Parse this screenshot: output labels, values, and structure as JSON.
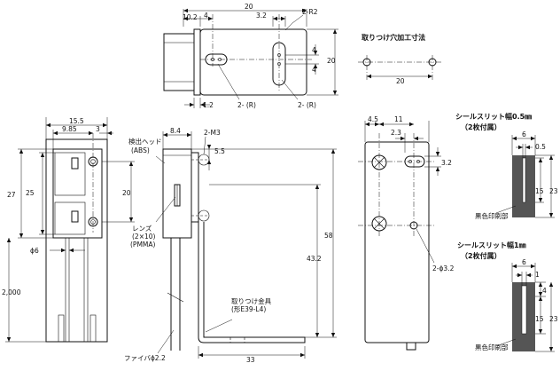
{
  "top_view": {
    "dims": [
      "10.2",
      "4",
      "20",
      "3.2",
      "2-R2",
      "4",
      "4",
      "20",
      "1.2",
      "2- (R)",
      "2- (R)"
    ]
  },
  "mount_hole": {
    "title": "取りつけ穴加工寸法",
    "dim": "20"
  },
  "front_view": {
    "dims": [
      "15.5",
      "9.85",
      "3",
      "27",
      "25",
      "20",
      "ϕ6",
      "2,000"
    ]
  },
  "side_view": {
    "dims": [
      "8.4",
      "2-M3",
      "5.5",
      "58",
      "43.2",
      "33"
    ],
    "labels": {
      "head": "検出ヘッド",
      "head_mat": "(ABS)",
      "lens": "レンズ",
      "lens_size": "(2×10)",
      "lens_mat": "(PMMA)",
      "bracket": "取りつけ金具",
      "bracket_model": "(形E39-L4)",
      "fiber": "ファイバϕ2.2"
    }
  },
  "bracket_view": {
    "dims": [
      "4.5",
      "11",
      "2.3",
      "3.2",
      "2-ϕ3.2"
    ]
  },
  "slit_05": {
    "title": "シールスリット幅0.5㎜",
    "subtitle": "（2枚付属）",
    "dims": [
      "6",
      "0.5",
      "15",
      "23"
    ],
    "note": "黒色印刷部"
  },
  "slit_1": {
    "title": "シールスリット幅1㎜",
    "subtitle": "（2枚付属）",
    "dims": [
      "6",
      "1",
      "4",
      "15",
      "23"
    ],
    "note": "黒色印刷部"
  }
}
